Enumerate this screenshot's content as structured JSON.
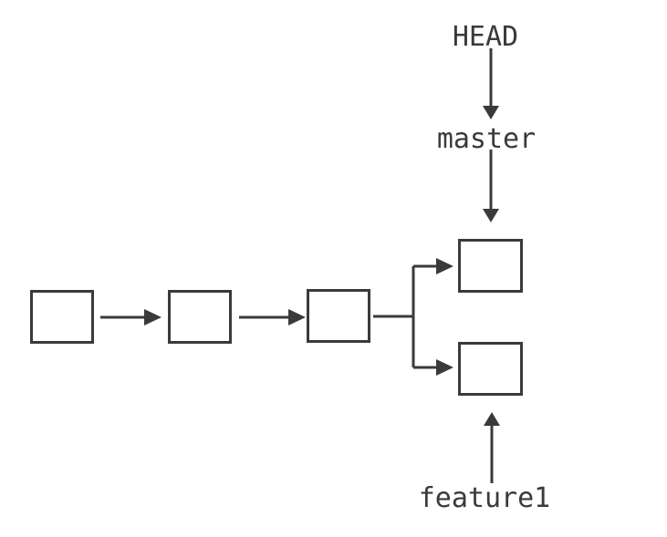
{
  "diagram": {
    "type": "git-commit-graph",
    "labels": {
      "head": "HEAD",
      "master": "master",
      "feature1": "feature1"
    },
    "colors": {
      "stroke": "#3a3a3a",
      "text": "#3a3a3a",
      "background": "#ffffff",
      "node_fill": "#ffffff"
    },
    "nodes": [
      {
        "id": "commit-1",
        "row": "main",
        "text": ""
      },
      {
        "id": "commit-2",
        "row": "main",
        "text": ""
      },
      {
        "id": "commit-3",
        "row": "main",
        "text": ""
      },
      {
        "id": "commit-4",
        "row": "master",
        "text": ""
      },
      {
        "id": "commit-5",
        "row": "feature1",
        "text": ""
      }
    ],
    "edges": [
      {
        "from": "commit-1",
        "to": "commit-2"
      },
      {
        "from": "commit-2",
        "to": "commit-3"
      },
      {
        "from": "commit-3",
        "to": "commit-4"
      },
      {
        "from": "commit-3",
        "to": "commit-5"
      },
      {
        "from": "HEAD",
        "to": "master"
      },
      {
        "from": "master",
        "to": "commit-4"
      },
      {
        "from": "feature1",
        "to": "commit-5"
      }
    ]
  }
}
